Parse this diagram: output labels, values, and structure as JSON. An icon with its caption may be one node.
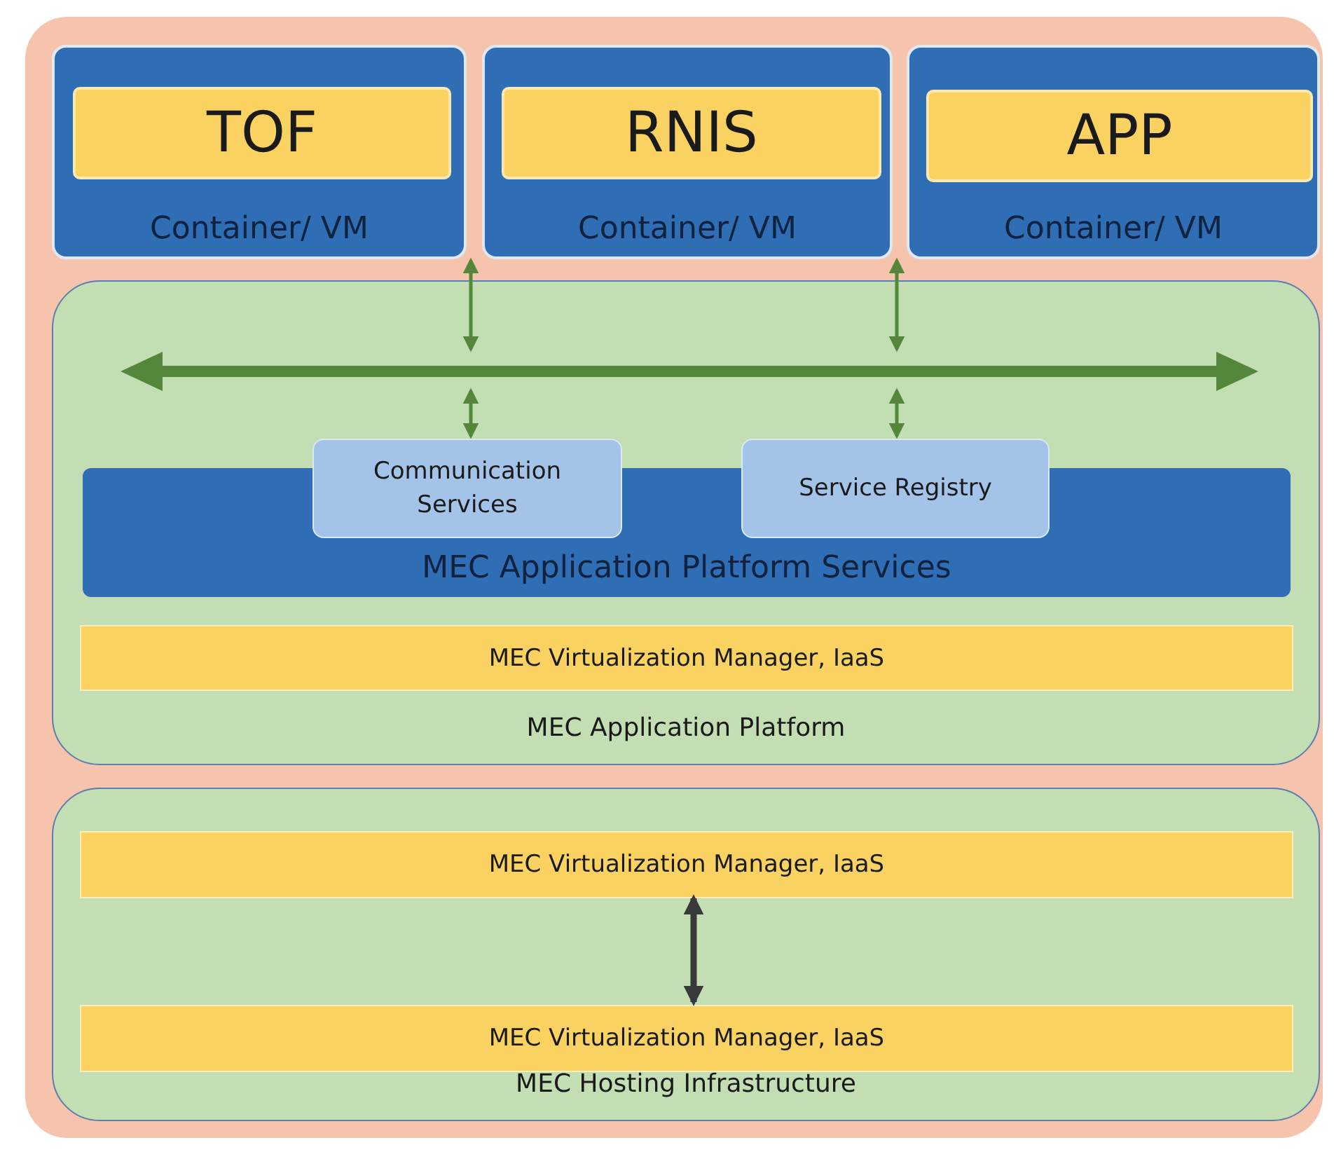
{
  "diagram": {
    "nodes": [
      {
        "text": [],
        "shape": "box"
      },
      {
        "text": [
          "Container/ VM"
        ],
        "in": 0
      },
      {
        "text": [
          "TOF"
        ],
        "in": 1
      },
      {
        "text": [
          "Container/ VM"
        ],
        "in": 0
      },
      {
        "text": [
          "RNIS"
        ],
        "in": 3
      },
      {
        "text": [
          "Container/ VM"
        ],
        "in": 0
      },
      {
        "text": [
          "APP"
        ],
        "in": 5
      },
      {
        "text": [
          "MEC Application Platform"
        ],
        "in": 0
      },
      {
        "text": [],
        "shape": "bar",
        "in": 7
      },
      {
        "text": [
          "MEC Application Platform Services"
        ],
        "in": 7
      },
      {
        "text": [
          "Communication Services"
        ],
        "in": 7
      },
      {
        "text": [
          "Service Registry"
        ],
        "in": 7
      },
      {
        "text": [
          "MEC Virtualization Manager, IaaS"
        ],
        "in": 7
      },
      {
        "text": [
          "MEC Hosting Infrastructure"
        ],
        "in": 0
      },
      {
        "text": [
          "MEC Virtualization Manager, IaaS"
        ],
        "in": 13
      },
      {
        "text": [
          "MEC Virtualization Manager, IaaS"
        ],
        "in": 13
      }
    ],
    "edges": [
      {
        "from": 1,
        "to": 8,
        "arrow": "both"
      },
      {
        "from": 3,
        "to": 8,
        "arrow": "both"
      },
      {
        "from": 8,
        "to": 10,
        "arrow": "both"
      },
      {
        "from": 8,
        "to": 11,
        "arrow": "both"
      },
      {
        "from": 14,
        "to": 15,
        "arrow": "both",
        "style": "thick",
        "color": "#3a3a3a"
      }
    ]
  }
}
